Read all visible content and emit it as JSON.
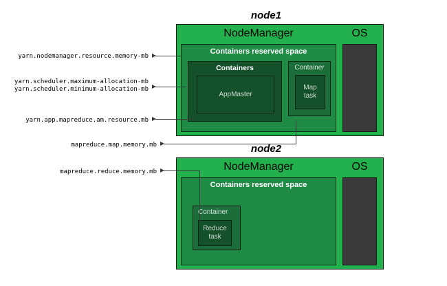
{
  "diagram": {
    "title_node1": "node1",
    "title_node2": "node2"
  },
  "colors": {
    "node_green": "#22b14c",
    "reserved_green": "#1f8b45",
    "container_green": "#1b6e39",
    "task_green": "#14502a",
    "os_dark": "#3a3a3a",
    "outline": "#1a1a1a",
    "text_black": "#000000",
    "text_white": "#ffffff",
    "text_muted": "#cddbd2",
    "connector": "#3a3a3a"
  },
  "node1": {
    "title": "node1",
    "nodemanager_label": "NodeManager",
    "os_label": "OS",
    "reserved_label": "Containers reserved space",
    "containers_label": "Containers",
    "appmaster_label": "AppMaster",
    "container_label": "Container",
    "map_task_label": "Map\ntask"
  },
  "node2": {
    "title": "node2",
    "nodemanager_label": "NodeManager",
    "os_label": "OS",
    "reserved_label": "Containers reserved space",
    "container_label": "Container",
    "reduce_task_label": "Reduce\ntask"
  },
  "properties": [
    {
      "id": "yarn-nodemanager-resource-memory-mb",
      "text": "yarn.nodemanager.resource.memory-mb",
      "target": "containers-reserved-space-node1"
    },
    {
      "id": "yarn-scheduler-maximum-allocation-mb",
      "text": "yarn.scheduler.maximum-allocation-mb",
      "target": "containers-box-node1"
    },
    {
      "id": "yarn-scheduler-minimum-allocation-mb",
      "text": "yarn.scheduler.minimum-allocation-mb",
      "target": "containers-box-node1"
    },
    {
      "id": "yarn-app-mapreduce-am-resource-mb",
      "text": "yarn.app.mapreduce.am.resource.mb",
      "target": "appmaster-box"
    },
    {
      "id": "mapreduce-map-memory-mb",
      "text": "mapreduce.map.memory.mb",
      "target": "map-task-box"
    },
    {
      "id": "mapreduce-reduce-memory-mb",
      "text": "mapreduce.reduce.memory.mb",
      "target": "reduce-task-box"
    }
  ]
}
